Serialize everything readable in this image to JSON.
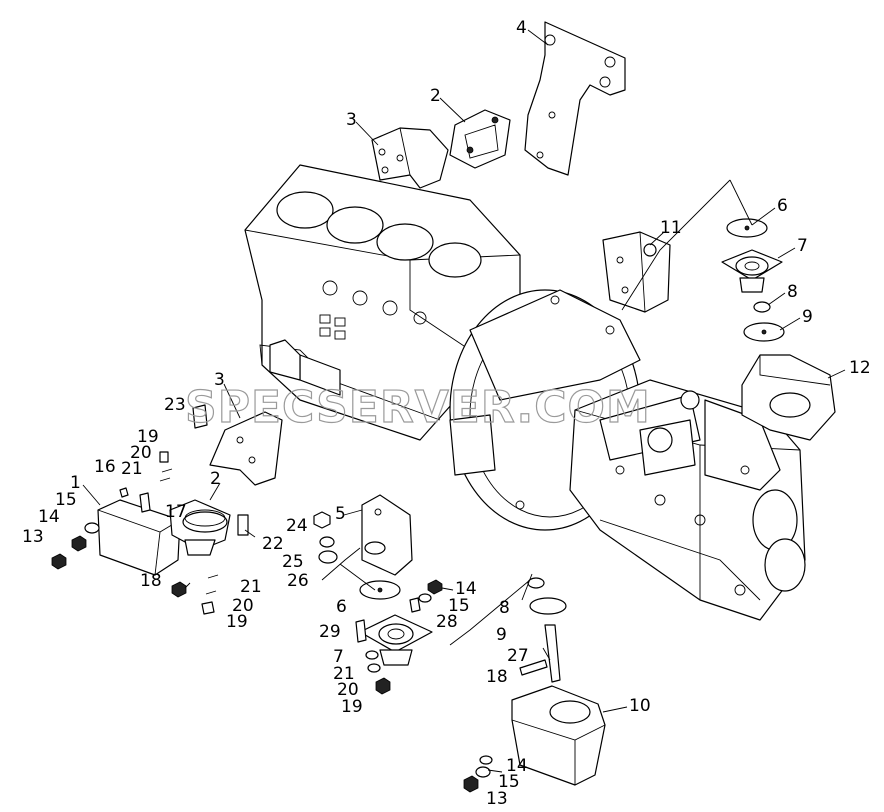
{
  "watermark": "SPECSERVER.COM",
  "callouts": [
    {
      "id": "c4",
      "label": "4"
    },
    {
      "id": "c2a",
      "label": "2"
    },
    {
      "id": "c3a",
      "label": "3"
    },
    {
      "id": "c6a",
      "label": "6"
    },
    {
      "id": "c7a",
      "label": "7"
    },
    {
      "id": "c11",
      "label": "11"
    },
    {
      "id": "c8a",
      "label": "8"
    },
    {
      "id": "c9a",
      "label": "9"
    },
    {
      "id": "c12",
      "label": "12"
    },
    {
      "id": "c3b",
      "label": "3"
    },
    {
      "id": "c23",
      "label": "23"
    },
    {
      "id": "c19a",
      "label": "19"
    },
    {
      "id": "c20a",
      "label": "20"
    },
    {
      "id": "c21a",
      "label": "21"
    },
    {
      "id": "c16",
      "label": "16"
    },
    {
      "id": "c2b",
      "label": "2"
    },
    {
      "id": "c1",
      "label": "1"
    },
    {
      "id": "c15a",
      "label": "15"
    },
    {
      "id": "c17",
      "label": "17"
    },
    {
      "id": "c14a",
      "label": "14"
    },
    {
      "id": "c13a",
      "label": "13"
    },
    {
      "id": "c22",
      "label": "22"
    },
    {
      "id": "c5",
      "label": "5"
    },
    {
      "id": "c24",
      "label": "24"
    },
    {
      "id": "c25",
      "label": "25"
    },
    {
      "id": "c26",
      "label": "26"
    },
    {
      "id": "c18a",
      "label": "18"
    },
    {
      "id": "c21b",
      "label": "21"
    },
    {
      "id": "c20b",
      "label": "20"
    },
    {
      "id": "c19b",
      "label": "19"
    },
    {
      "id": "c14b",
      "label": "14"
    },
    {
      "id": "c15b",
      "label": "15"
    },
    {
      "id": "c6b",
      "label": "6"
    },
    {
      "id": "c28",
      "label": "28"
    },
    {
      "id": "c8b",
      "label": "8"
    },
    {
      "id": "c9b",
      "label": "9"
    },
    {
      "id": "c29",
      "label": "29"
    },
    {
      "id": "c27",
      "label": "27"
    },
    {
      "id": "c7b",
      "label": "7"
    },
    {
      "id": "c21c",
      "label": "21"
    },
    {
      "id": "c20c",
      "label": "20"
    },
    {
      "id": "c19c",
      "label": "19"
    },
    {
      "id": "c18b",
      "label": "18"
    },
    {
      "id": "c10",
      "label": "10"
    },
    {
      "id": "c14c",
      "label": "14"
    },
    {
      "id": "c15c",
      "label": "15"
    },
    {
      "id": "c13b",
      "label": "13"
    }
  ]
}
